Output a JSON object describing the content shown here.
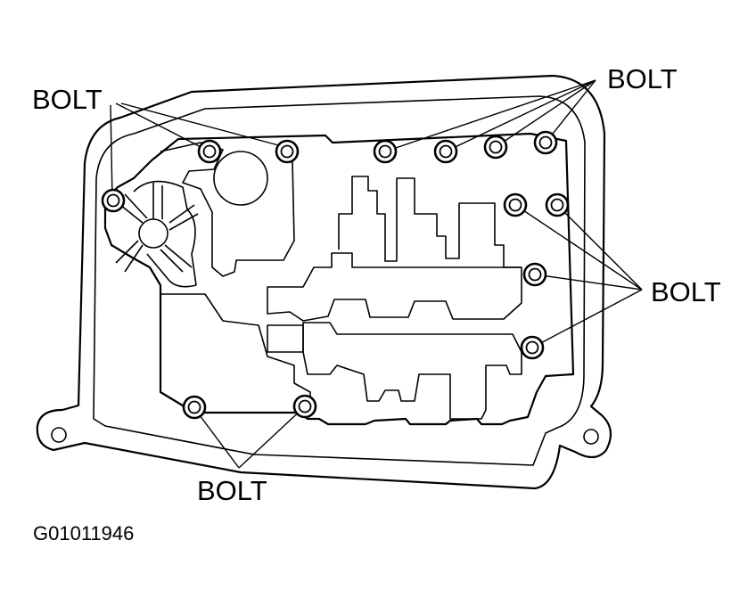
{
  "labels": {
    "bolt_top_left": "BOLT",
    "bolt_top_right": "BOLT",
    "bolt_right": "BOLT",
    "bolt_bottom": "BOLT"
  },
  "figure_id": "G01011946",
  "colors": {
    "line": "#000000",
    "background": "#ffffff"
  }
}
